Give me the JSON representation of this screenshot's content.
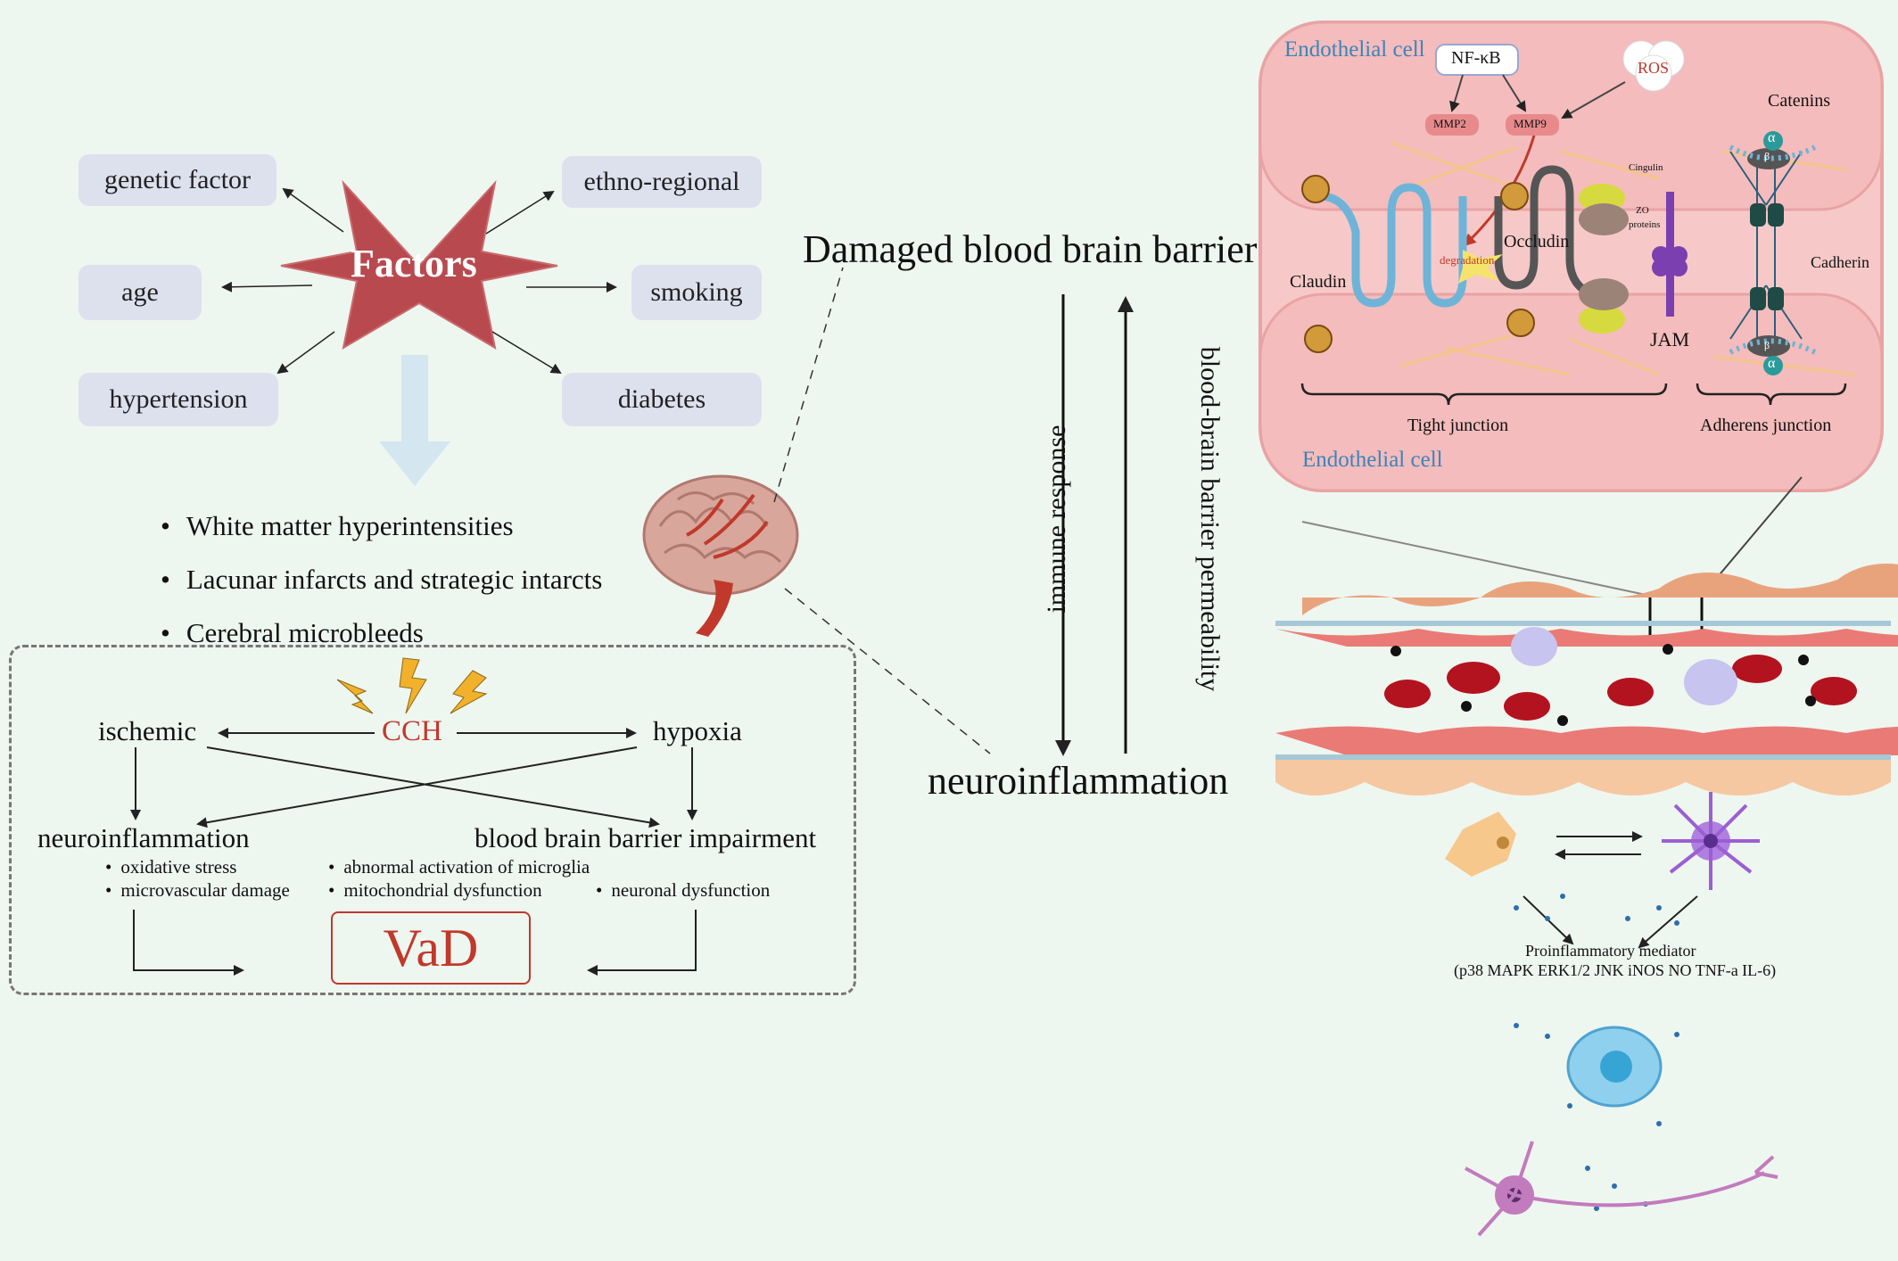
{
  "factors": {
    "center": "Factors",
    "genetic": "genetic factor",
    "ethno": "ethno-regional",
    "age": "age",
    "smoking": "smoking",
    "hypertension": "hypertension",
    "diabetes": "diabetes"
  },
  "findings": [
    "White matter hyperintensities",
    "Lacunar infarcts and strategic intarcts",
    "Cerebral microbleeds"
  ],
  "pathway": {
    "cch": "CCH",
    "ischemic": "ischemic",
    "hypoxia": "hypoxia",
    "neuroinflammation": "neuroinflammation",
    "bbb_impairment": "blood brain barrier impairment",
    "left_items": [
      "oxidative stress",
      "microvascular damage"
    ],
    "mid_items": [
      "abnormal activation of microglia",
      "mitochondrial dysfunction"
    ],
    "right_item": "neuronal dysfunction",
    "vad": "VaD"
  },
  "center": {
    "damaged_bbb": "Damaged blood brain barrier",
    "neuroinflammation": "neuroinflammation",
    "immune_response": "immune response",
    "bbb_permeability": "blood-brain barrier permeability"
  },
  "junction": {
    "endothelial_top": "Endothelial cell",
    "endothelial_bottom": "Endothelial cell",
    "nfkb": "NF-κB",
    "ros": "ROS",
    "mmp2": "MMP2",
    "mmp9": "MMP9",
    "claudin": "Claudin",
    "occludin": "Occludin",
    "degradation": "degradation",
    "cingulin": "Cingulin",
    "zo": "ZO",
    "proteins": "proteins",
    "jam": "JAM",
    "catenins": "Catenins",
    "cadherin": "Cadherin",
    "alpha": "α",
    "beta": "β",
    "tight_junction": "Tight junction",
    "adherens_junction": "Adherens junction"
  },
  "mediator": {
    "title": "Proinflammatory mediator",
    "list": "(p38  MAPK  ERK1/2  JNK  iNOS  NO  TNF-a  IL-6)"
  }
}
